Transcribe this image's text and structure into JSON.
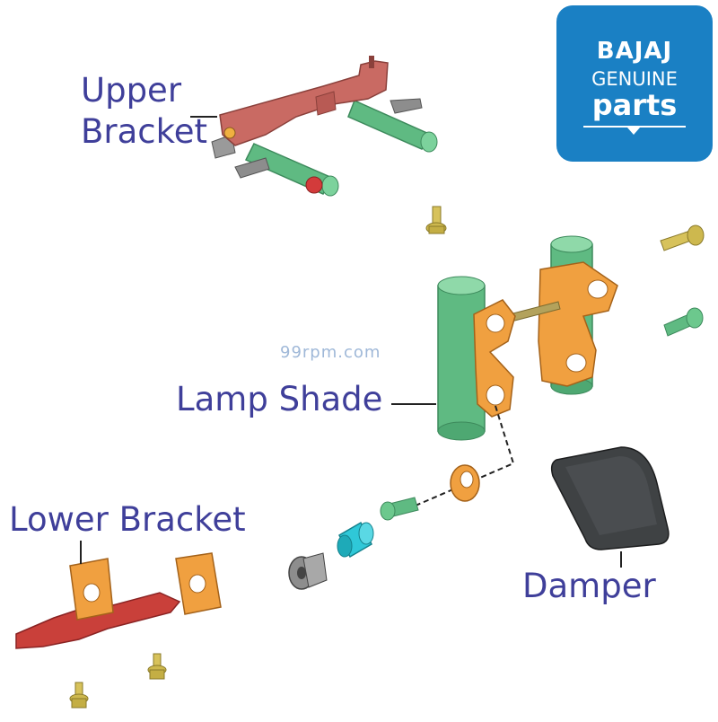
{
  "labels": {
    "upper_bracket_line1": "Upper",
    "upper_bracket_line2": "Bracket",
    "lamp_shade": "Lamp Shade",
    "lower_bracket": "Lower Bracket",
    "damper": "Damper"
  },
  "logo": {
    "brand": "BAJAJ",
    "line1": "GENUINE",
    "line2": "parts",
    "background": "#1a80c4"
  },
  "watermark": "99rpm.com",
  "colors": {
    "label_text": "#3f3f9a",
    "bracket_red": "#c96a63",
    "tube_green": "#5fba82",
    "plate_orange": "#f0a040",
    "bolt_yellow": "#d7c25b",
    "bushing_cyan": "#2fc8d8",
    "damper_dark": "#3f4244"
  }
}
